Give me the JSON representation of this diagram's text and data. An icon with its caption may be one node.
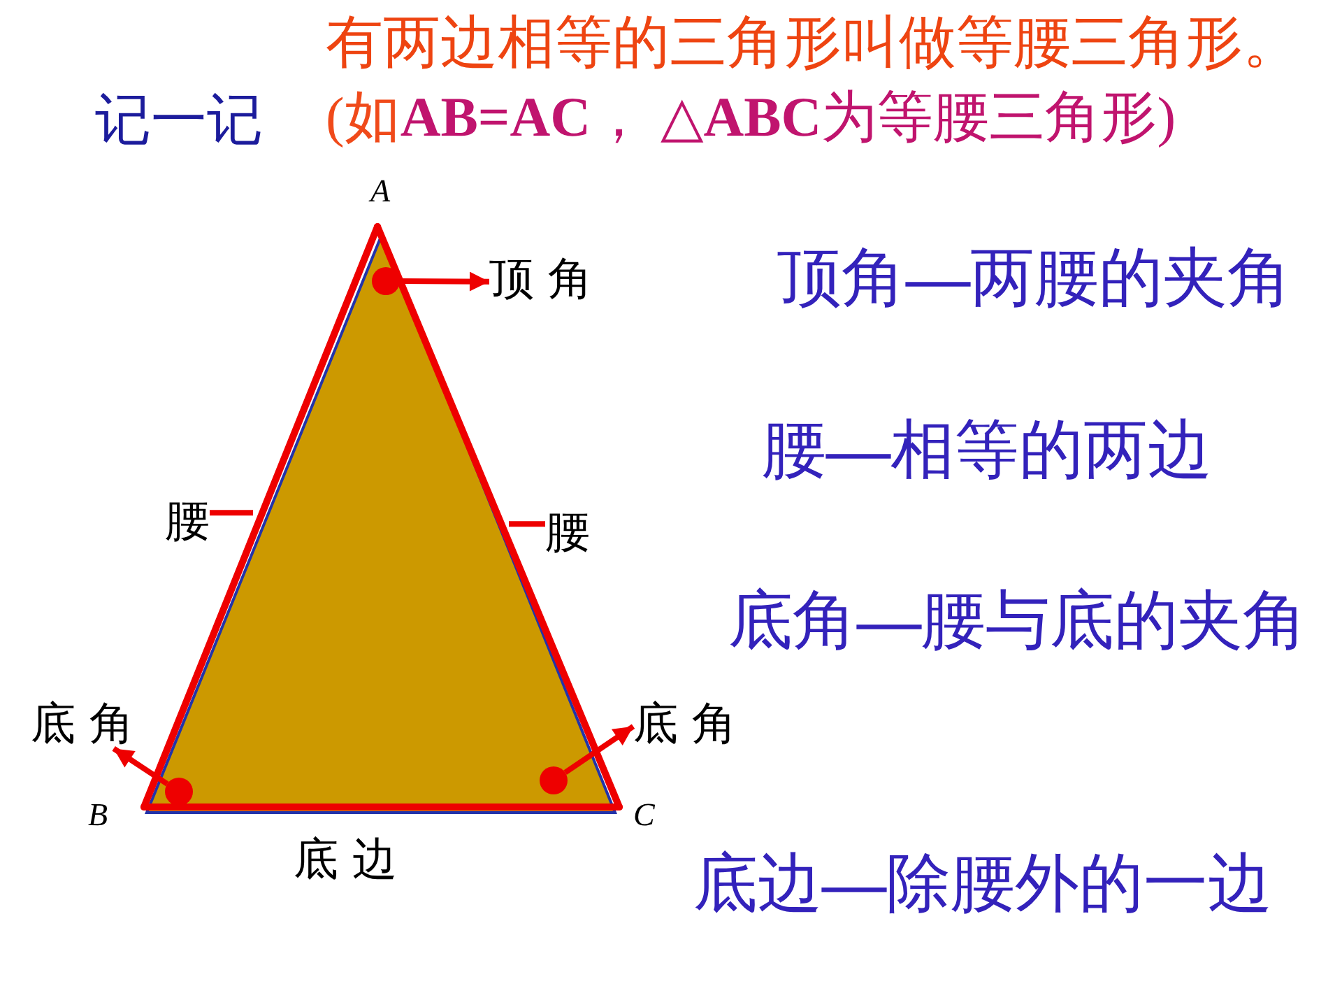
{
  "diagram": {
    "title": "有两边相等的三角形叫做等腰三角形。",
    "nodes": [
      {
        "text": [],
        "shape": "circle"
      },
      {
        "text": [
          "顶 角"
        ]
      },
      {
        "text": [
          "腰"
        ]
      },
      {
        "text": [
          "腰"
        ]
      },
      {
        "text": [
          "底 角"
        ]
      },
      {
        "text": [
          "底 角"
        ]
      },
      {
        "text": [],
        "shape": "circle"
      },
      {
        "text": [],
        "shape": "circle"
      }
    ],
    "edges": [
      {
        "from": 0,
        "to": 1,
        "arrow": "to"
      },
      {
        "from": 2,
        "to": null,
        "arrow": "none"
      },
      {
        "from": 3,
        "to": null,
        "arrow": "none"
      },
      {
        "from": 6,
        "to": 4,
        "arrow": "to"
      },
      {
        "from": 7,
        "to": 5,
        "arrow": "to"
      }
    ],
    "labels": [
      "记一记",
      "(如**AB=AC**， △**ABC**为等腰三角形)",
      "A",
      "顶角**—**两腰的夹角",
      "腰**—**相等的两边",
      "底角**—**腰与底的夹角",
      "B",
      "C",
      "底 边",
      "底边**—**除腰外的一边"
    ]
  }
}
